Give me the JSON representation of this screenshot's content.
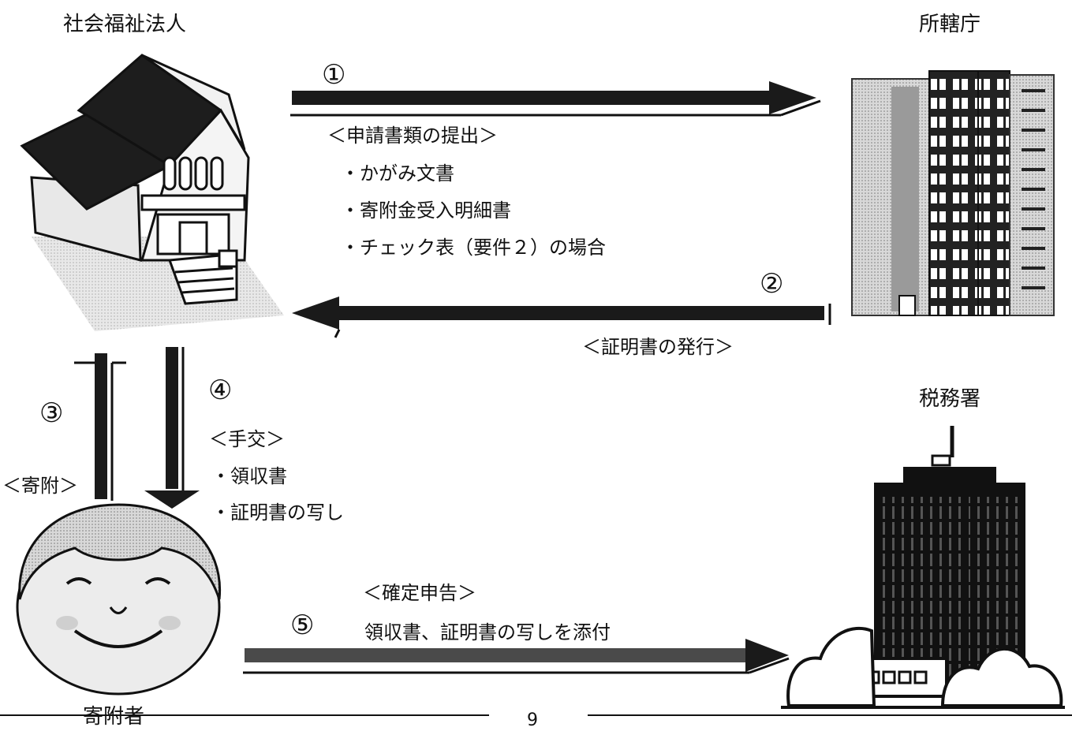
{
  "actors": {
    "welfare_corp": "社会福祉法人",
    "agency": "所轄庁",
    "tax_office": "税務署",
    "donor": "寄附者"
  },
  "steps": {
    "s1": "①",
    "s2": "②",
    "s3": "③",
    "s4": "④",
    "s5": "⑤"
  },
  "flow1": {
    "heading": "＜申請書類の提出＞",
    "items": [
      "・かがみ文書",
      "・寄附金受入明細書",
      "・チェック表（要件２）の場合"
    ]
  },
  "flow2": {
    "heading": "＜証明書の発行＞"
  },
  "flow3": {
    "heading": "＜寄附＞"
  },
  "flow4": {
    "heading": "＜手交＞",
    "items": [
      "・領収書",
      "・証明書の写し"
    ]
  },
  "flow5": {
    "heading": "＜確定申告＞",
    "detail": "領収書、証明書の写しを添付"
  },
  "page_number": "9",
  "colors": {
    "ink": "#111111",
    "dark_fill": "#222222",
    "window": "#ffffff",
    "shade": "#bdbdbd"
  }
}
